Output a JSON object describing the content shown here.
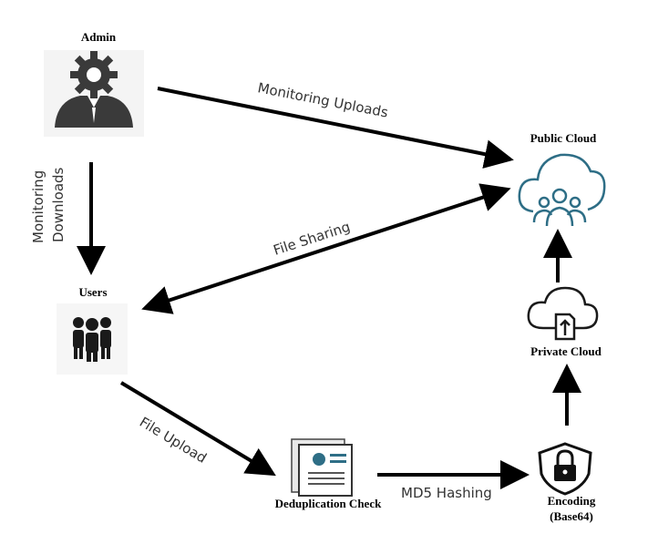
{
  "nodes": {
    "admin": {
      "label": "Admin"
    },
    "users": {
      "label": "Users"
    },
    "public_cloud": {
      "label": "Public Cloud"
    },
    "private_cloud": {
      "label": "Private Cloud"
    },
    "dedup": {
      "label": "Deduplication Check"
    },
    "encoding": {
      "label_line1": "Encoding",
      "label_line2": "(Base64)"
    }
  },
  "edges": {
    "monitoring_uploads": "Monitoring Uploads",
    "monitoring_downloads_line1": "Monitoring",
    "monitoring_downloads_line2": "Downloads",
    "file_sharing": "File Sharing",
    "file_upload": "File Upload",
    "md5_hashing": "MD5 Hashing"
  },
  "colors": {
    "icon_dark": "#3a3a3a",
    "cloud_teal": "#2e6e86",
    "arrow": "#000000"
  }
}
